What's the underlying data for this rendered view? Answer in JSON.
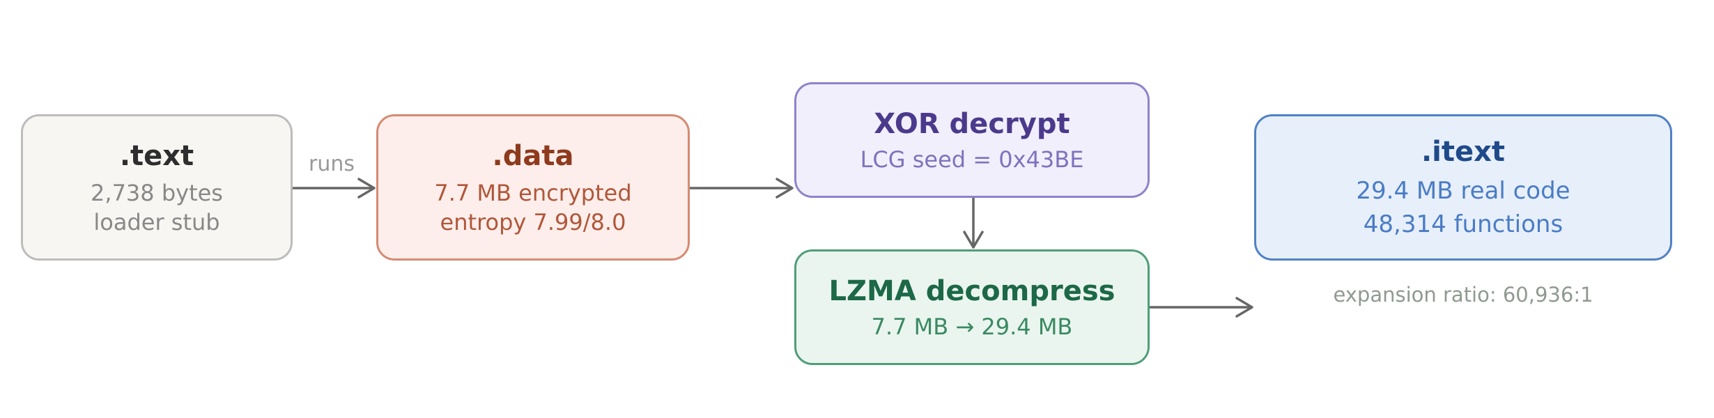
{
  "nodes": {
    "text": {
      "title": ".text",
      "lines": [
        "2,738 bytes",
        "loader stub"
      ]
    },
    "data": {
      "title": ".data",
      "lines": [
        "7.7 MB encrypted",
        "entropy 7.99/8.0"
      ]
    },
    "xor": {
      "title": "XOR decrypt",
      "lines": [
        "LCG seed = 0x43BE"
      ]
    },
    "lzma": {
      "title": "LZMA decompress",
      "lines": [
        "7.7 MB → 29.4 MB"
      ]
    },
    "itext": {
      "title": ".itext",
      "lines": [
        "29.4 MB real code",
        "48,314 functions"
      ]
    }
  },
  "edges": [
    {
      "from": "text",
      "to": "data",
      "label": "runs"
    },
    {
      "from": "data",
      "to": "xor",
      "label": ""
    },
    {
      "from": "xor",
      "to": "lzma",
      "label": ""
    },
    {
      "from": "lzma",
      "to": "itext",
      "label": ""
    }
  ],
  "annotations": {
    "ratio": "expansion ratio: 60,936:1"
  },
  "colors": {
    "arrow": "#666666",
    "text_border": "#bcbcbc",
    "data_border": "#d58a72",
    "xor_border": "#8f82cc",
    "lzma_border": "#4f9e78",
    "itext_border": "#4f81c6"
  }
}
